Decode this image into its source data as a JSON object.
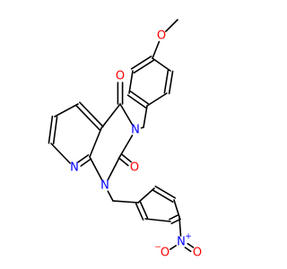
{
  "colors": {
    "background": "#ffffff",
    "bond": "#000000",
    "oxygen": "#ff0000",
    "nitrogen": "#0000ff"
  },
  "atoms": {
    "o_methoxy": "O",
    "o_carbonyl_top": "O",
    "o_carbonyl_right": "O",
    "n_imide": "N",
    "n_ring_lower": "N",
    "n_pyridine": "N",
    "n_nitro": "N",
    "n_nitro_charge": "+",
    "o_nitro_left": "O",
    "o_nitro_left_charge": "−",
    "o_nitro_right": "O"
  }
}
